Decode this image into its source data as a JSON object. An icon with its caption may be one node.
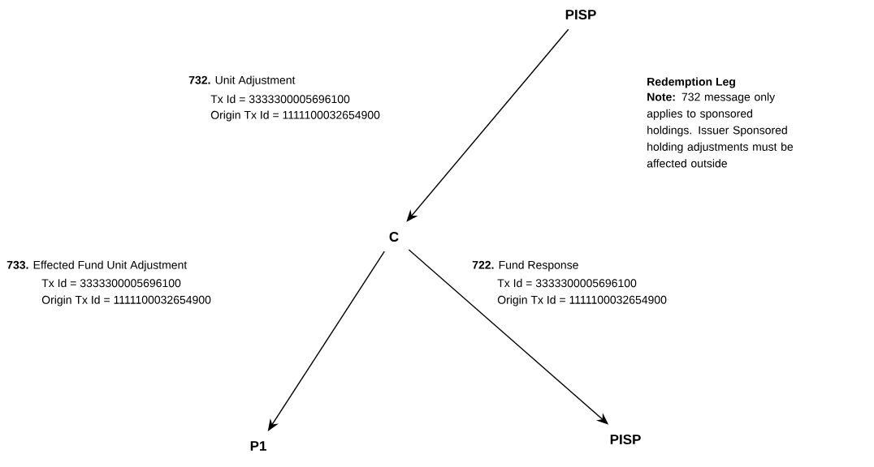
{
  "diagram": {
    "nodes": [
      {
        "text": [
          "PISP"
        ]
      },
      {
        "text": [
          "C"
        ]
      },
      {
        "text": [
          "P1"
        ]
      },
      {
        "text": [
          "PISP"
        ]
      }
    ],
    "edges": [
      {
        "from": 0,
        "to": 1,
        "arrow": "to"
      },
      {
        "from": 1,
        "to": 2,
        "arrow": "to"
      },
      {
        "from": 1,
        "to": 3,
        "arrow": "to"
      }
    ],
    "labels": [
      "**732.** Unit Adjustment",
      "Tx Id = 3333300005696100",
      "Origin Tx Id = 1111100032654900",
      "Redemption Leg",
      "**Note:**  732 message only applies to sponsored holdings. Issuer Sponsored holding adjustments must be affected outside",
      "**733.** Effected Fund Unit Adjustment",
      "Tx Id = 3333300005696100",
      "Origin Tx Id = 1111100032654900",
      "**722.** Fund Response",
      "Tx Id = 3333300005696100",
      "Origin Tx Id = 1111100032654900"
    ]
  }
}
